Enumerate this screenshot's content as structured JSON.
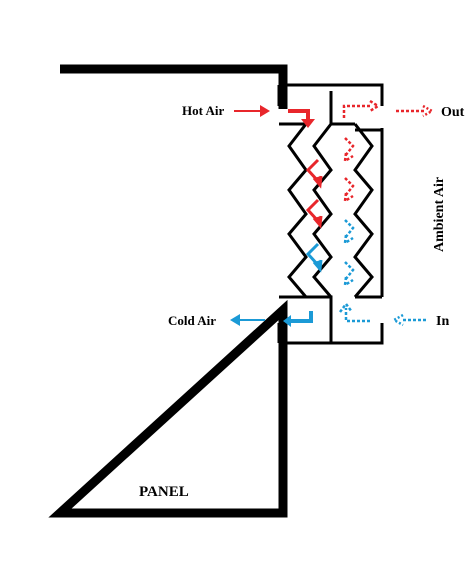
{
  "labels": {
    "hot_air": "Hot Air",
    "cold_air": "Cold Air",
    "out": "Out",
    "in": "In",
    "ambient_air": "Ambient Air",
    "panel": "PANEL"
  },
  "colors": {
    "outline": "#000000",
    "hot": "#e8262b",
    "cold": "#1b9ad6",
    "background": "#ffffff"
  }
}
